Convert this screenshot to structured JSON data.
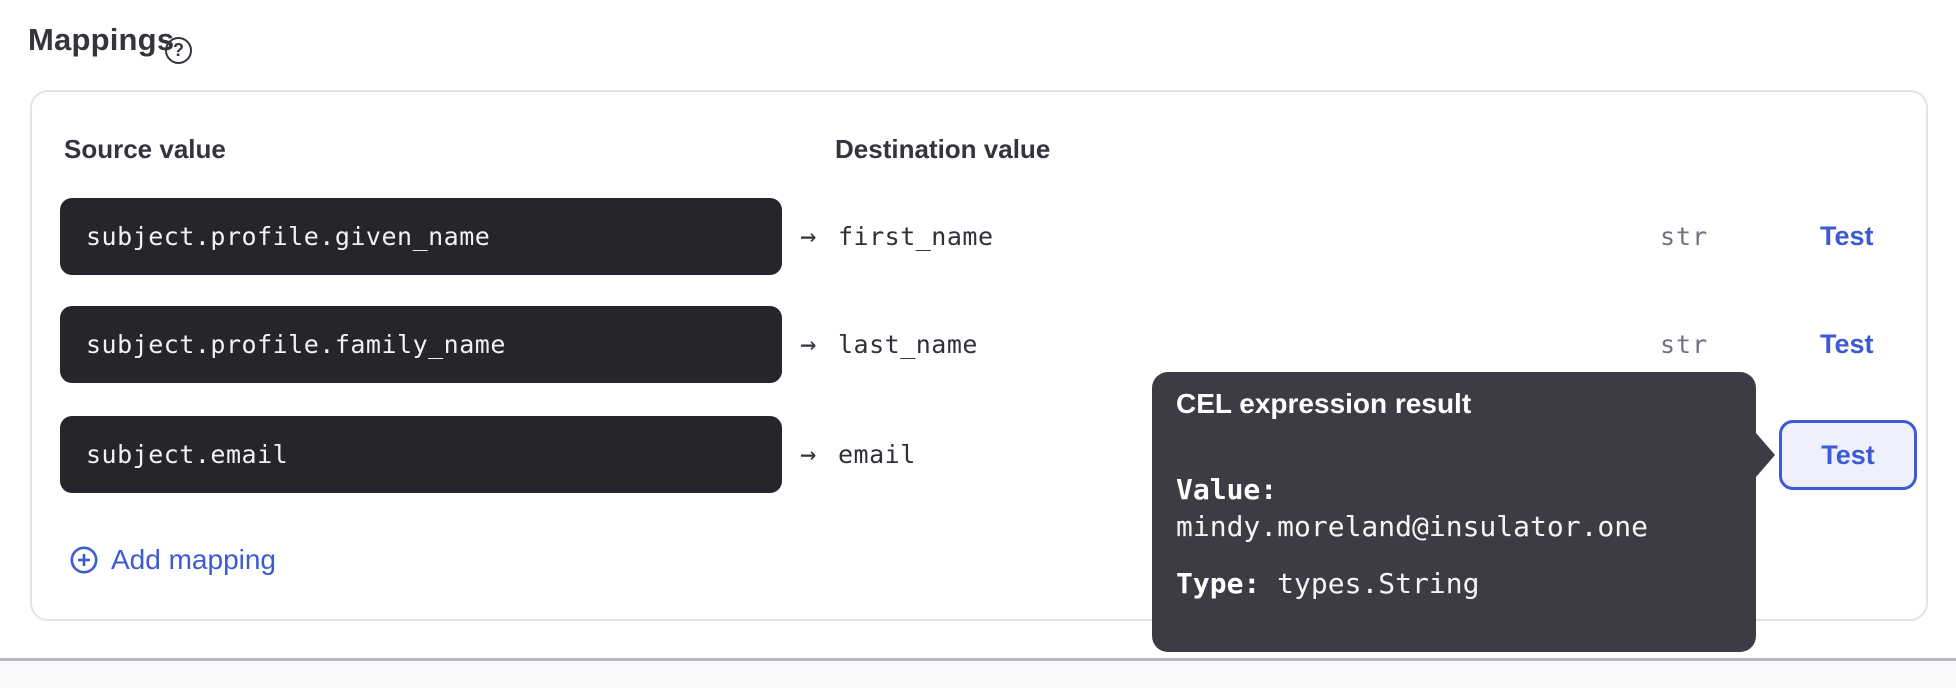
{
  "page": {
    "title": "Mappings",
    "help_icon": "?"
  },
  "mappings": {
    "source_header": "Source value",
    "destination_header": "Destination value",
    "arrow": "→",
    "rows": [
      {
        "source": "subject.profile.given_name",
        "destination": "first_name",
        "type": "str",
        "action": "Test"
      },
      {
        "source": "subject.profile.family_name",
        "destination": "last_name",
        "type": "str",
        "action": "Test"
      },
      {
        "source": "subject.email",
        "destination": "email",
        "action": "Test"
      }
    ],
    "add_label": "Add mapping"
  },
  "tooltip": {
    "title": "CEL expression result",
    "value_label": "Value:",
    "value": "mindy.moreland@insulator.one",
    "type_label": "Type:",
    "type": "types.String"
  },
  "colors": {
    "accent_blue": "#3c5ad4",
    "input_background": "#26252c",
    "tooltip_background": "#3d3c45",
    "text_dark": "#34333e",
    "type_gray": "#73717f",
    "footer_background": "#f8f9fb"
  }
}
